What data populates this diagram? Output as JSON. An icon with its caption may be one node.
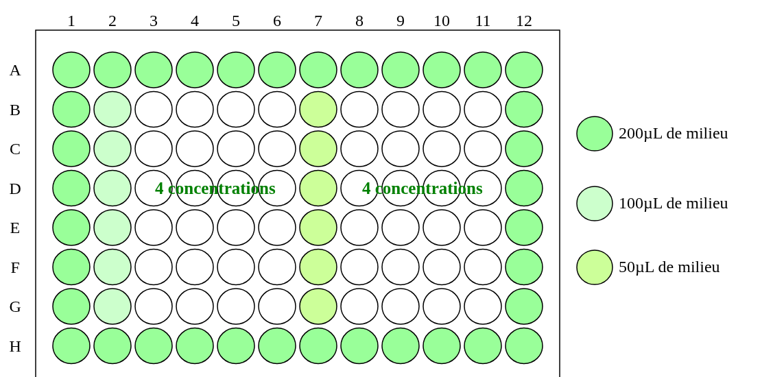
{
  "diagram": {
    "labels": [
      "1",
      "2",
      "3",
      "4",
      "5",
      "6",
      "7",
      "8",
      "9",
      "10",
      "11",
      "12",
      "A",
      "B",
      "C",
      "D",
      "4 concentrations",
      "4 concentrations",
      "E",
      "F",
      "G",
      "H"
    ],
    "legend": [
      {
        "text": "200µL de milieu",
        "color": "#99ff99"
      },
      {
        "text": "100µL de milieu",
        "color": "#ccffcc"
      },
      {
        "text": "50µL de milieu",
        "color": "#ccff99"
      }
    ]
  }
}
